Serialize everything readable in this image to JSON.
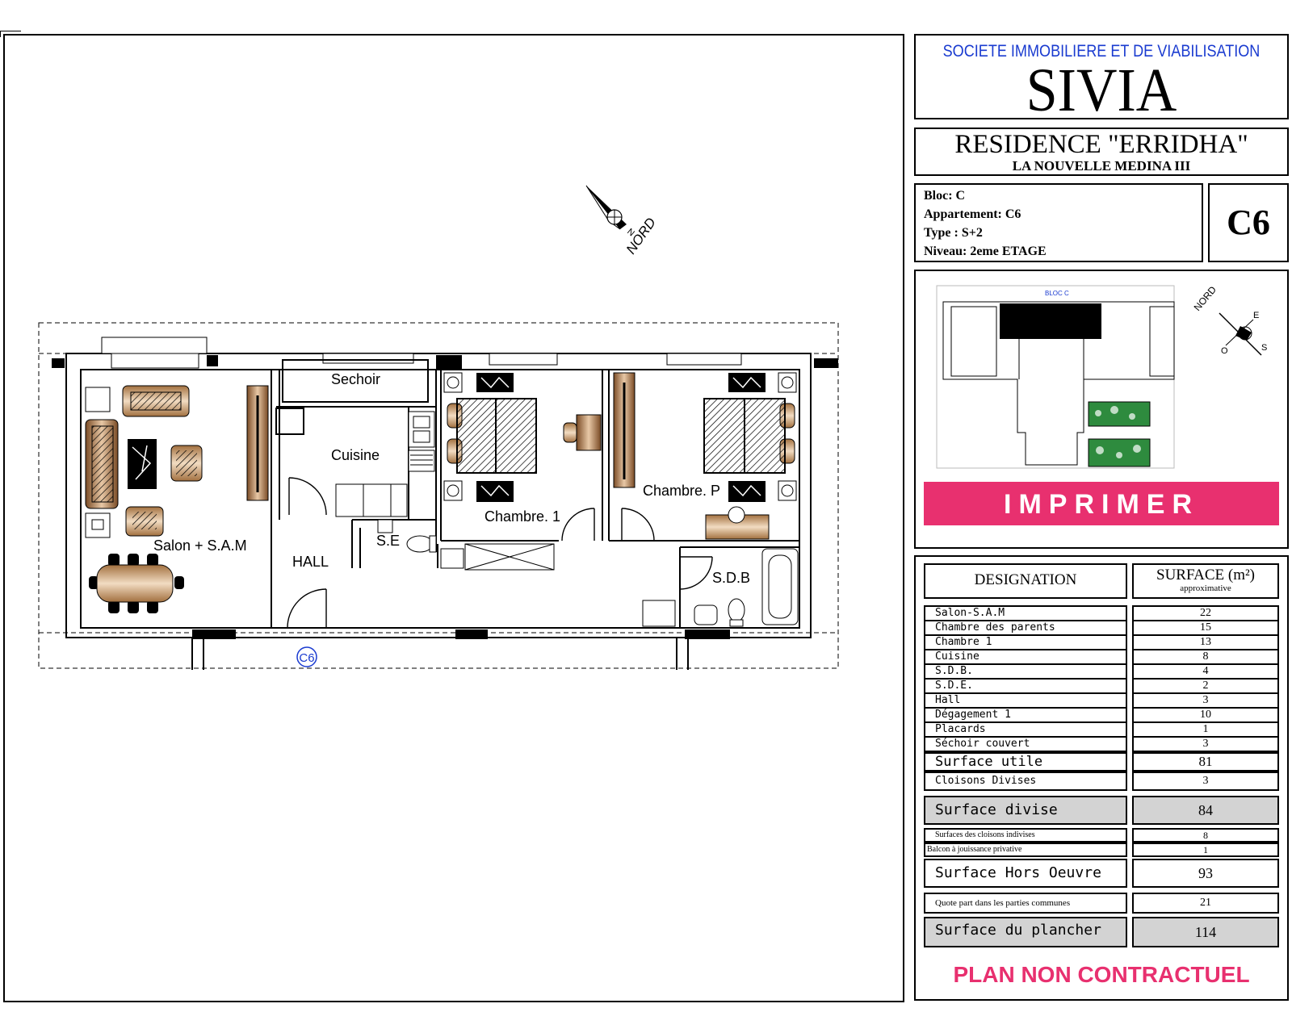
{
  "company": {
    "subtitle": "SOCIETE IMMOBILIERE ET DE VIABILISATION",
    "name": "SIVIA"
  },
  "residence": {
    "title": "RESIDENCE \"ERRIDHA\"",
    "location": "LA NOUVELLE MEDINA III"
  },
  "apartment_info": {
    "bloc": "Bloc: C",
    "appartement": "Appartement: C6",
    "type": "Type : S+2",
    "niveau": "Niveau: 2eme ETAGE",
    "code": "C6"
  },
  "key_plan": {
    "bloc_label": "BLOC C",
    "compass": {
      "north": "NORD",
      "east": "E",
      "south": "S",
      "west": "O"
    }
  },
  "print_button": {
    "label": "IMPRIMER"
  },
  "plan": {
    "compass_label": "NORD",
    "compass_n": "N",
    "apartment_tag": "C6",
    "rooms": {
      "salon": "Salon + S.A.M",
      "sechoir": "Sechoir",
      "cuisine": "Cuisine",
      "chambre1": "Chambre. 1",
      "chambre_p": "Chambre. P",
      "hall": "HALL",
      "se": "S.E",
      "sdb": "S.D.B"
    }
  },
  "surface_table": {
    "header_designation": "DESIGNATION",
    "header_surface": "SURFACE (m²)",
    "header_note": "approximative",
    "rows": [
      {
        "label": "Salon-S.A.M",
        "value": "22"
      },
      {
        "label": "Chambre des parents",
        "value": "15"
      },
      {
        "label": "Chambre 1",
        "value": "13"
      },
      {
        "label": "Cuisine",
        "value": "8"
      },
      {
        "label": "S.D.B.",
        "value": "4"
      },
      {
        "label": "S.D.E.",
        "value": "2"
      },
      {
        "label": "Hall",
        "value": "3"
      },
      {
        "label": "Dégagement 1",
        "value": "10"
      },
      {
        "label": "Placards",
        "value": "1"
      },
      {
        "label": "Séchoir couvert",
        "value": "3"
      }
    ],
    "surface_utile": {
      "label": "Surface utile",
      "value": "81"
    },
    "cloisons_divises": {
      "label": "Cloisons Divises",
      "value": "3"
    },
    "surface_divise": {
      "label": "Surface divise",
      "value": "84"
    },
    "cloisons_indivises": {
      "label": "Surfaces des cloisons indivises",
      "value": "8"
    },
    "balcon": {
      "label": "Balcon à jouissance privative",
      "value": "1"
    },
    "hors_oeuvre": {
      "label": "Surface Hors Oeuvre",
      "value": "93"
    },
    "quote_part": {
      "label": "Quote part dans les parties communes",
      "value": "21"
    },
    "plancher": {
      "label": "Surface du plancher",
      "value": "114"
    }
  },
  "disclaimer": "PLAN NON CONTRACTUEL"
}
